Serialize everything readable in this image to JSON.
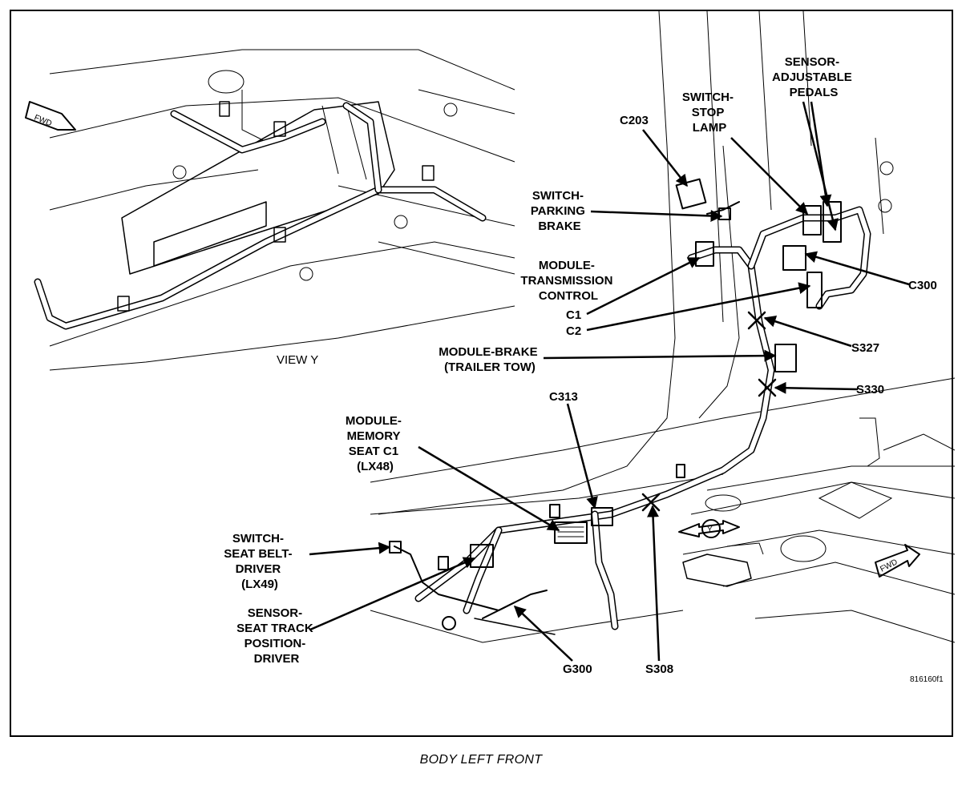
{
  "caption": "BODY LEFT FRONT",
  "figure_id": "816160f1",
  "view_label": "VIEW Y",
  "fwd_label": "FWD",
  "view_marker": "Y",
  "labels": {
    "sensor_adjustable_pedals": [
      "SENSOR-",
      "ADJUSTABLE",
      "PEDALS"
    ],
    "switch_stop_lamp": [
      "SWITCH-",
      "STOP",
      "LAMP"
    ],
    "c203": "C203",
    "switch_parking_brake": [
      "SWITCH-",
      "PARKING",
      "BRAKE"
    ],
    "module_transmission_control": [
      "MODULE-",
      "TRANSMISSION",
      "CONTROL"
    ],
    "c1": "C1",
    "c2": "C2",
    "c300": "C300",
    "s327": "S327",
    "module_brake": [
      "MODULE-BRAKE",
      "(TRAILER TOW)"
    ],
    "s330": "S330",
    "c313": "C313",
    "module_memory_seat": [
      "MODULE-",
      "MEMORY",
      "SEAT C1",
      "(LX48)"
    ],
    "switch_seat_belt": [
      "SWITCH-",
      "SEAT BELT-",
      "DRIVER",
      "(LX49)"
    ],
    "sensor_seat_track": [
      "SENSOR-",
      "SEAT TRACK",
      "POSITION-",
      "DRIVER"
    ],
    "g300": "G300",
    "s308": "S308"
  }
}
